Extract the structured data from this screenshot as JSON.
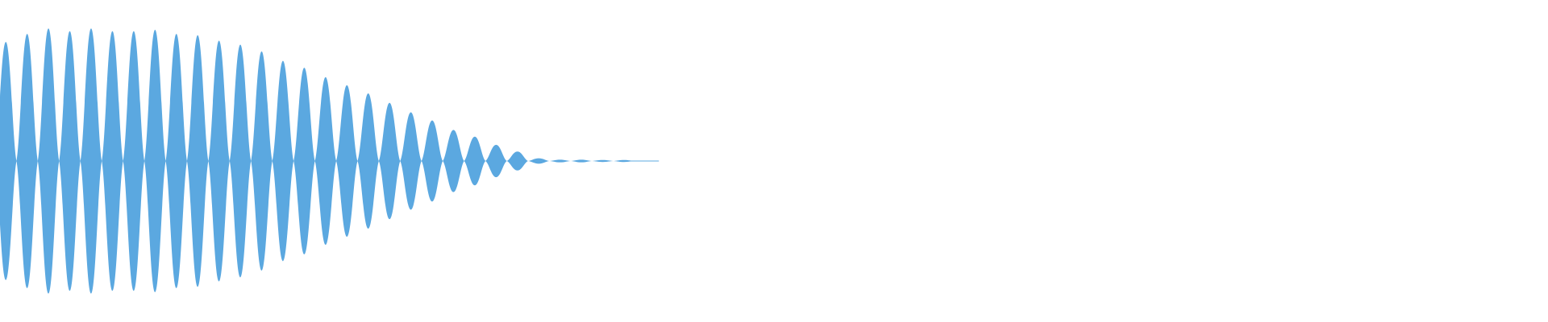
{
  "waveform": {
    "color": "#5ba8e0",
    "background": "#ffffff",
    "lobes": [
      {
        "amplitude": 0.88
      },
      {
        "amplitude": 0.94
      },
      {
        "amplitude": 0.98
      },
      {
        "amplitude": 0.96
      },
      {
        "amplitude": 0.98
      },
      {
        "amplitude": 0.96
      },
      {
        "amplitude": 0.96
      },
      {
        "amplitude": 0.97
      },
      {
        "amplitude": 0.94
      },
      {
        "amplitude": 0.93
      },
      {
        "amplitude": 0.89
      },
      {
        "amplitude": 0.86
      },
      {
        "amplitude": 0.81
      },
      {
        "amplitude": 0.74
      },
      {
        "amplitude": 0.69
      },
      {
        "amplitude": 0.62
      },
      {
        "amplitude": 0.56
      },
      {
        "amplitude": 0.5
      },
      {
        "amplitude": 0.43
      },
      {
        "amplitude": 0.36
      },
      {
        "amplitude": 0.3
      },
      {
        "amplitude": 0.23
      },
      {
        "amplitude": 0.18
      },
      {
        "amplitude": 0.12
      },
      {
        "amplitude": 0.07
      },
      {
        "amplitude": 0.02
      },
      {
        "amplitude": 0.01
      },
      {
        "amplitude": 0.01
      },
      {
        "amplitude": 0.005
      },
      {
        "amplitude": 0.005
      }
    ],
    "fill_fraction_of_width": 0.41
  }
}
